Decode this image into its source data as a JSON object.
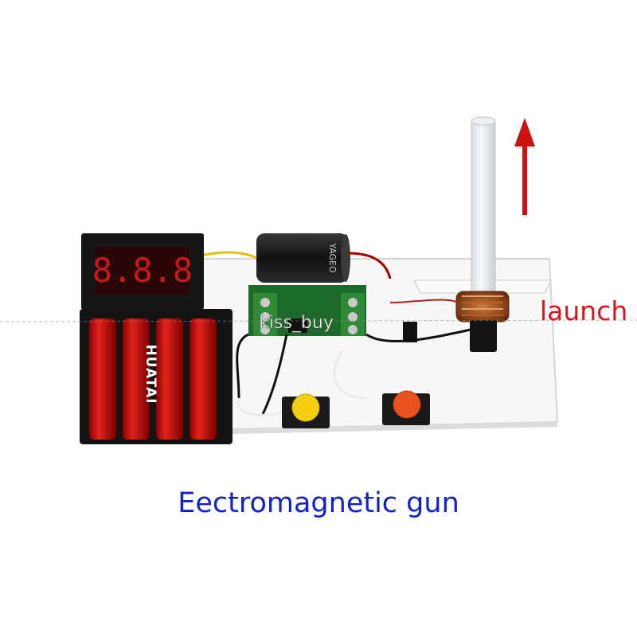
{
  "photo": {
    "watermark": "kiss_buy",
    "display_readout": "8.8.8",
    "battery_brand": "HUATAI",
    "capacitor_marking": "YAGEO"
  },
  "labels": {
    "launch": "launch",
    "caption": "Eectromagnetic gun"
  },
  "colors": {
    "launch_text": "#d8141b",
    "caption_text": "#1122cc",
    "arrow": "#cc1111"
  },
  "icons": {
    "arrow": "arrow-up-icon"
  }
}
